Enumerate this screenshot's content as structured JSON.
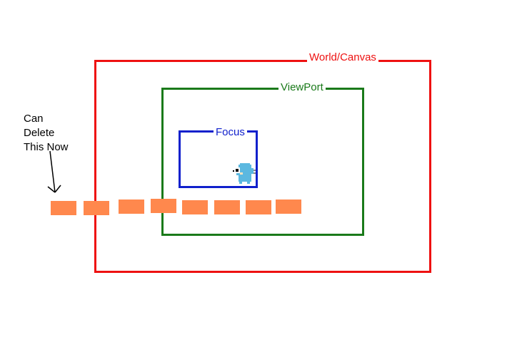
{
  "labels": {
    "world": "World/Canvas",
    "viewport": "ViewPort",
    "focus": "Focus"
  },
  "note": {
    "lines": [
      "Can",
      "Delete",
      "This Now"
    ]
  },
  "colors": {
    "world": "#ee1111",
    "viewport": "#1a7a1a",
    "focus": "#1020cc",
    "tile": "#ff884d",
    "sprite": "#5bb8e0"
  },
  "tiles": {
    "count": 8
  },
  "sprite": {
    "icon": "gopher-icon"
  }
}
